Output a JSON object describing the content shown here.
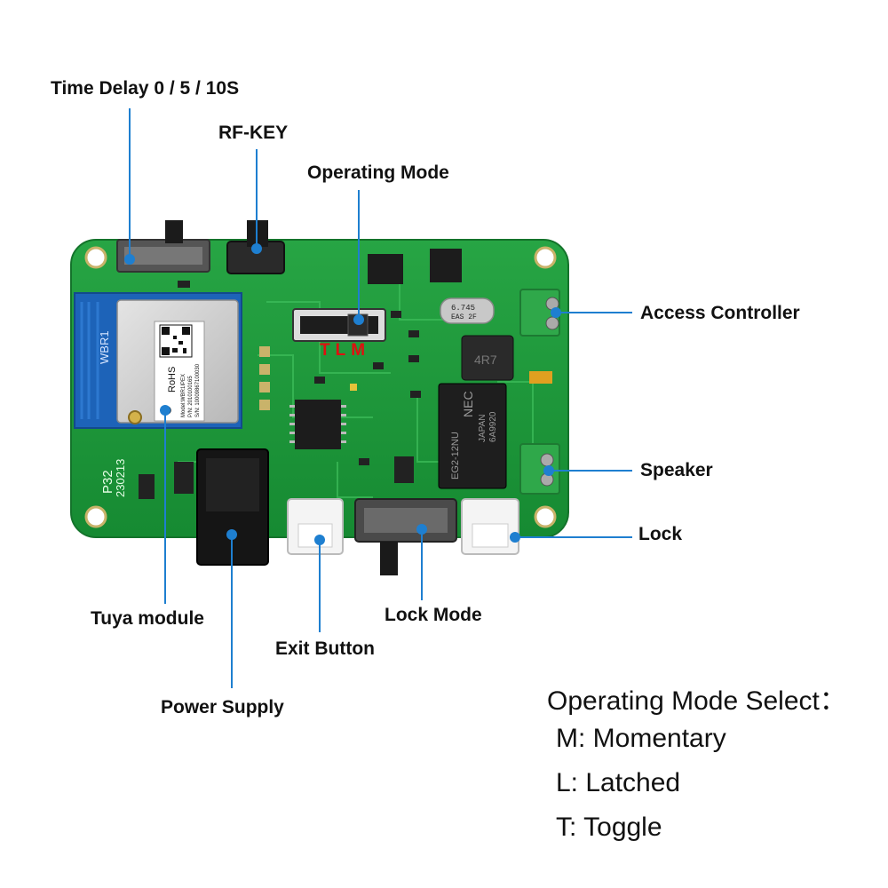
{
  "labels": {
    "time_delay": "Time Delay 0 / 5 / 10S",
    "rf_key": "RF-KEY",
    "operating_mode": "Operating Mode",
    "access_controller": "Access Controller",
    "speaker": "Speaker",
    "lock": "Lock",
    "tuya_module": "Tuya module",
    "lock_mode": "Lock Mode",
    "exit_button": "Exit Button",
    "power_supply": "Power Supply"
  },
  "board": {
    "switch_letters": "TLM",
    "silk_p32": "P32",
    "silk_date": "230213",
    "silk_wbr1": "WBR1",
    "module_rohs": "RoHS",
    "module_model": "Model:WBR1IPEX",
    "module_pn": "P/N: 2010100165",
    "module_sn": "S/N: 10009867100030",
    "crystal_line1": "6.745",
    "crystal_line2": "EAS 2F",
    "inductor_text": "4R7",
    "relay_brand": "NEC",
    "relay_origin": "JAPAN",
    "relay_model": "EG2-12NU",
    "relay_code": "6A9920"
  },
  "legend": {
    "title": "Operating Mode Select：",
    "items": [
      "M: Momentary",
      "L: Latched",
      "T: Toggle"
    ]
  },
  "colors": {
    "pcb": "#1f9a3a",
    "pcb_dark": "#167a2c",
    "leader": "#1e7fd0",
    "switch_letters": "#e01010",
    "terminal": "#2fa84a"
  }
}
